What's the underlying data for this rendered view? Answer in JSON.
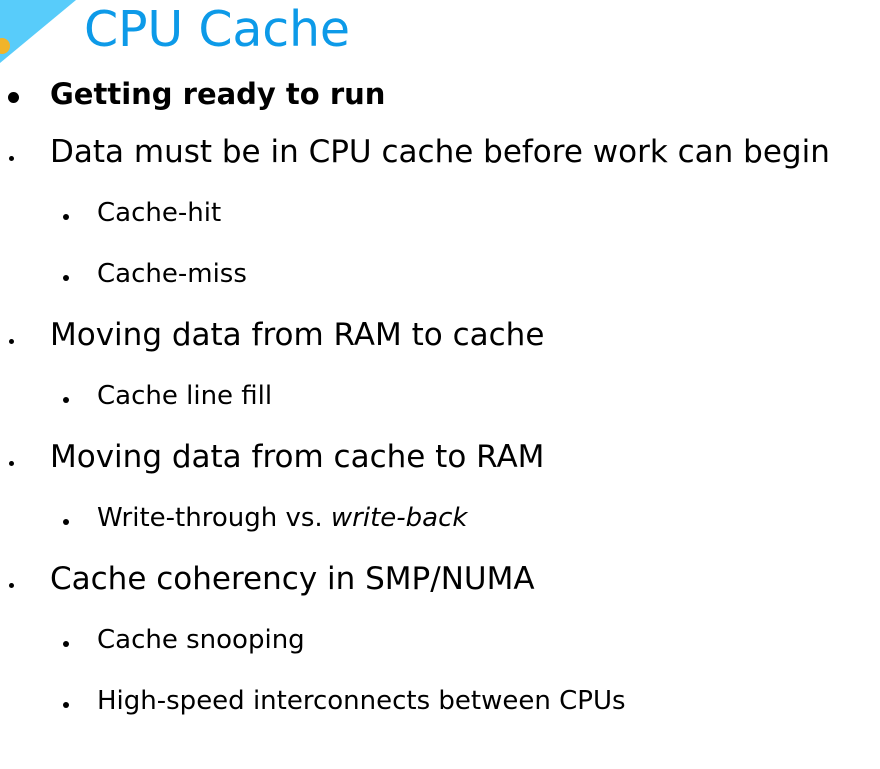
{
  "slide": {
    "title": "CPU Cache",
    "title_color": "#0d9ae8",
    "background_color": "#ffffff",
    "decoration": {
      "triangle_color": "#58ccfa",
      "dot_color": "#f0b429",
      "shape": "corner-triangle"
    },
    "content": [
      {
        "level": 1,
        "text": "Getting ready to run",
        "bold": true,
        "bullet": "round-bullet"
      },
      {
        "level": 2,
        "text": "Data must be in CPU cache before work can begin",
        "bold": false,
        "bullet": "dot-bullet"
      },
      {
        "level": 3,
        "text": "Cache-hit",
        "bold": false,
        "bullet": "dot-bullet"
      },
      {
        "level": 3,
        "text": "Cache-miss",
        "bold": false,
        "bullet": "dot-bullet"
      },
      {
        "level": 2,
        "text": "Moving data from RAM to cache",
        "bold": false,
        "bullet": "dot-bullet"
      },
      {
        "level": 3,
        "text": "Cache line fill",
        "bold": false,
        "bullet": "dot-bullet"
      },
      {
        "level": 2,
        "text": "Moving data from cache to RAM",
        "bold": false,
        "bullet": "dot-bullet"
      },
      {
        "level": 3,
        "text_plain": "Write-through vs. ",
        "text_italic": "write-back",
        "text": "Write-through vs. write-back",
        "bold": false,
        "bullet": "dot-bullet"
      },
      {
        "level": 2,
        "text": "Cache coherency in SMP/NUMA",
        "bold": false,
        "bullet": "dot-bullet"
      },
      {
        "level": 3,
        "text": "Cache snooping",
        "bold": false,
        "bullet": "dot-bullet"
      },
      {
        "level": 3,
        "text": "High-speed interconnects between CPUs",
        "bold": false,
        "bullet": "dot-bullet"
      }
    ]
  }
}
